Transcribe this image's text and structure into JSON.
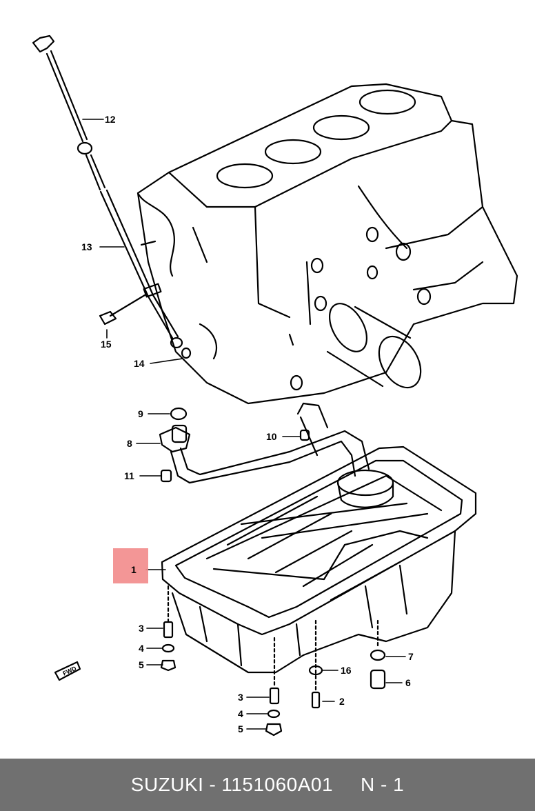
{
  "diagram": {
    "highlight_color": "#f28b8b",
    "ink_color": "#000000",
    "callouts": {
      "c1": "1",
      "c2": "2",
      "c3a": "3",
      "c3b": "3",
      "c4a": "4",
      "c4b": "4",
      "c5a": "5",
      "c5b": "5",
      "c6": "6",
      "c7": "7",
      "c8": "8",
      "c9": "9",
      "c10": "10",
      "c11": "11",
      "c12": "12",
      "c13": "13",
      "c14": "14",
      "c15": "15",
      "c16": "16"
    },
    "fwd_label": "FWD"
  },
  "footer": {
    "brand": "SUZUKI",
    "separator1": "-",
    "part_number": "1151060A01",
    "position_label": "N - 1",
    "background": "#707070"
  }
}
